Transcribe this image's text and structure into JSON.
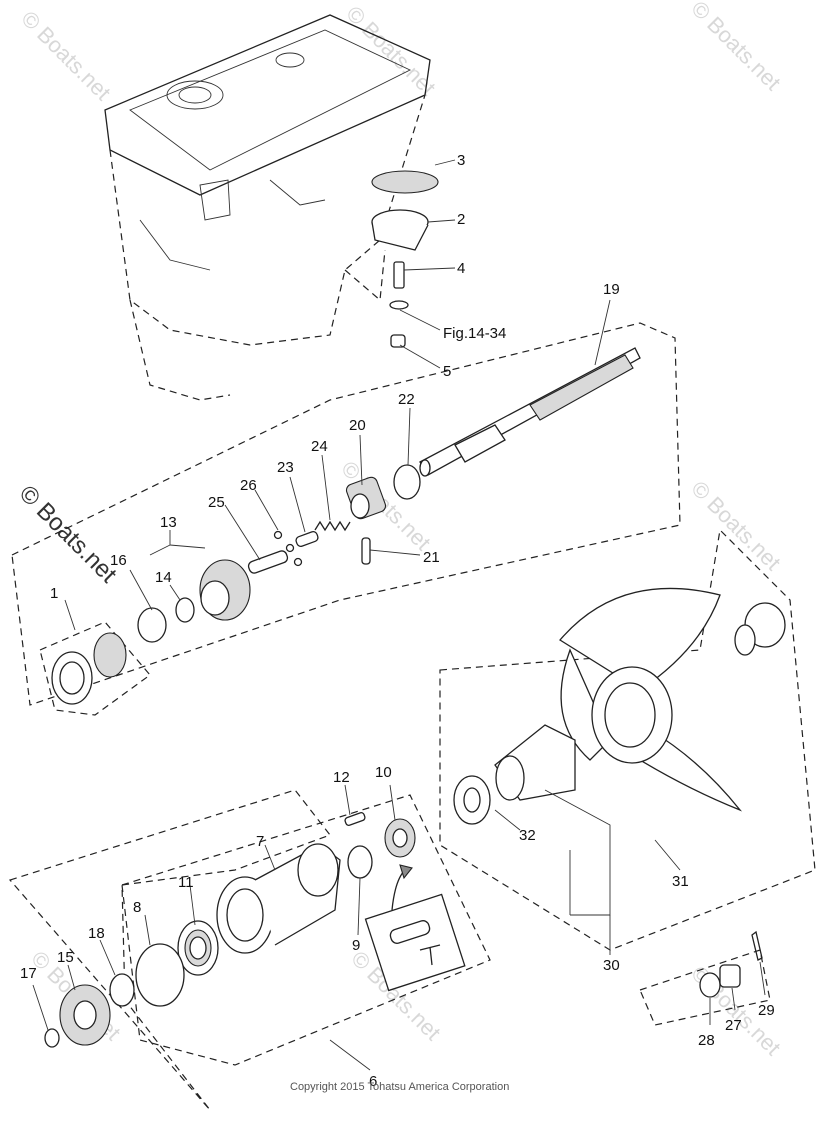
{
  "diagram": {
    "callouts": [
      {
        "id": "3",
        "label": "3"
      },
      {
        "id": "2",
        "label": "2"
      },
      {
        "id": "4",
        "label": "4"
      },
      {
        "id": "fig",
        "label": "Fig.14-34"
      },
      {
        "id": "5",
        "label": "5"
      },
      {
        "id": "19",
        "label": "19"
      },
      {
        "id": "22",
        "label": "22"
      },
      {
        "id": "20",
        "label": "20"
      },
      {
        "id": "24",
        "label": "24"
      },
      {
        "id": "23",
        "label": "23"
      },
      {
        "id": "26",
        "label": "26"
      },
      {
        "id": "25",
        "label": "25"
      },
      {
        "id": "13",
        "label": "13"
      },
      {
        "id": "16",
        "label": "16"
      },
      {
        "id": "14",
        "label": "14"
      },
      {
        "id": "1",
        "label": "1"
      },
      {
        "id": "21",
        "label": "21"
      },
      {
        "id": "12",
        "label": "12"
      },
      {
        "id": "10",
        "label": "10"
      },
      {
        "id": "7",
        "label": "7"
      },
      {
        "id": "11",
        "label": "11"
      },
      {
        "id": "8",
        "label": "8"
      },
      {
        "id": "18",
        "label": "18"
      },
      {
        "id": "15",
        "label": "15"
      },
      {
        "id": "17",
        "label": "17"
      },
      {
        "id": "9",
        "label": "9"
      },
      {
        "id": "6",
        "label": "6"
      },
      {
        "id": "32",
        "label": "32"
      },
      {
        "id": "31",
        "label": "31"
      },
      {
        "id": "30",
        "label": "30"
      },
      {
        "id": "29",
        "label": "29"
      },
      {
        "id": "27",
        "label": "27"
      },
      {
        "id": "28",
        "label": "28"
      }
    ],
    "watermark": "© Boats.net",
    "copyright": "Copyright 2015 Tohatsu America Corporation"
  }
}
